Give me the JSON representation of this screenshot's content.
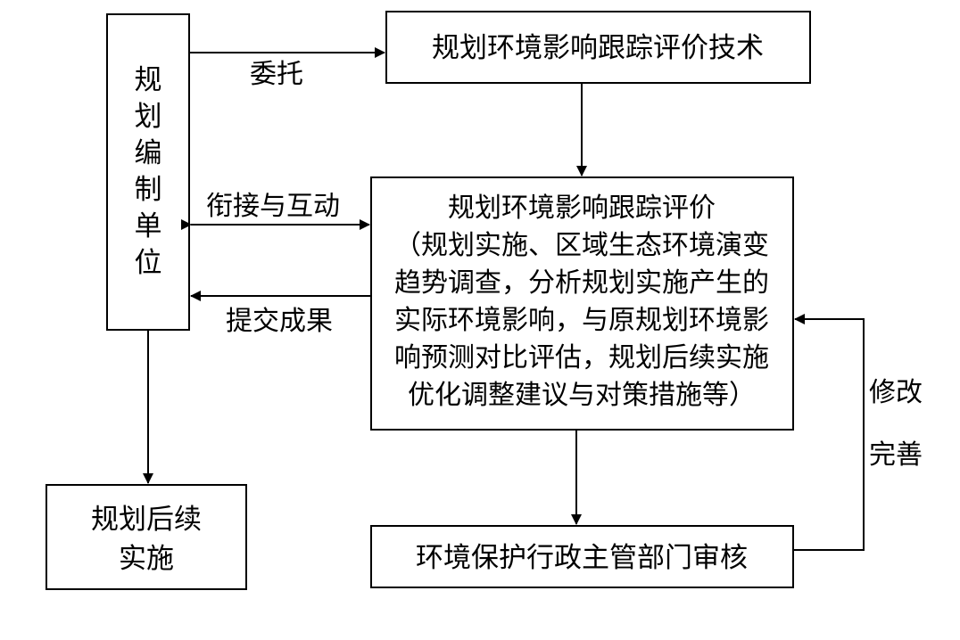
{
  "nodes": {
    "planning_unit": {
      "chars": [
        "规",
        "划",
        "编",
        "制",
        "单",
        "位"
      ]
    },
    "tracking_tech": {
      "label": "规划环境影响跟踪评价技术"
    },
    "tracking_eval": {
      "title": "规划环境影响跟踪评价",
      "lines": [
        "（规划实施、区域生态环境演变",
        "趋势调查，分析规划实施产生的",
        "实际环境影响，与原规划环境影",
        "响预测对比评估，规划后续实施",
        "优化调整建议与对策措施等）"
      ]
    },
    "followup": {
      "lines": [
        "规划后续",
        "实施"
      ]
    },
    "review": {
      "label": "环境保护行政主管部门审核"
    }
  },
  "edges": {
    "entrust": {
      "label": "委托"
    },
    "interact": {
      "label": "衔接与互动"
    },
    "submit": {
      "label": "提交成果"
    },
    "revise": {
      "lines": [
        "修改",
        "完善"
      ]
    }
  }
}
